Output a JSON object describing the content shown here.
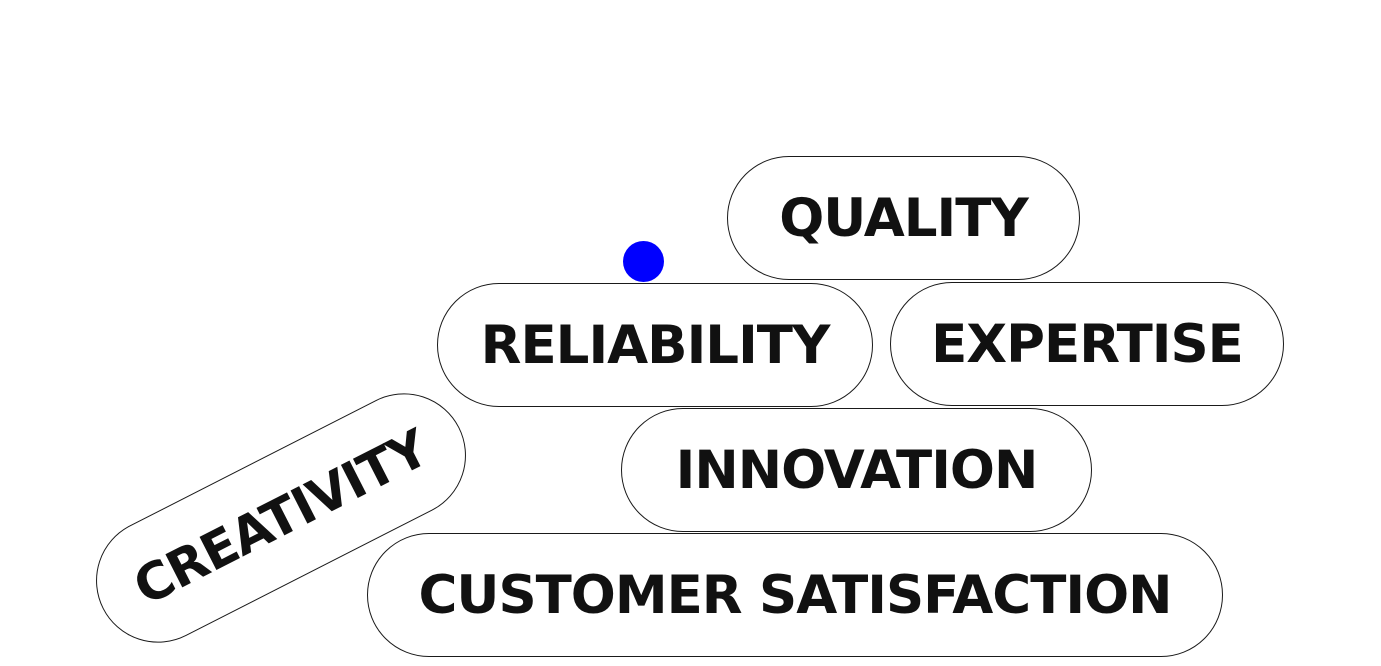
{
  "background_color": "#ffffff",
  "pill_border_color": "#1a1a1a",
  "text_color": "#111111",
  "pointer_color": "#0000ff",
  "pills": {
    "quality": "QUALITY",
    "reliability": "RELIABILITY",
    "expertise": "EXPERTISE",
    "innovation": "INNOVATION",
    "creativity": "CREATIVITY",
    "customer_satisfaction": "CUSTOMER SATISFACTION"
  }
}
